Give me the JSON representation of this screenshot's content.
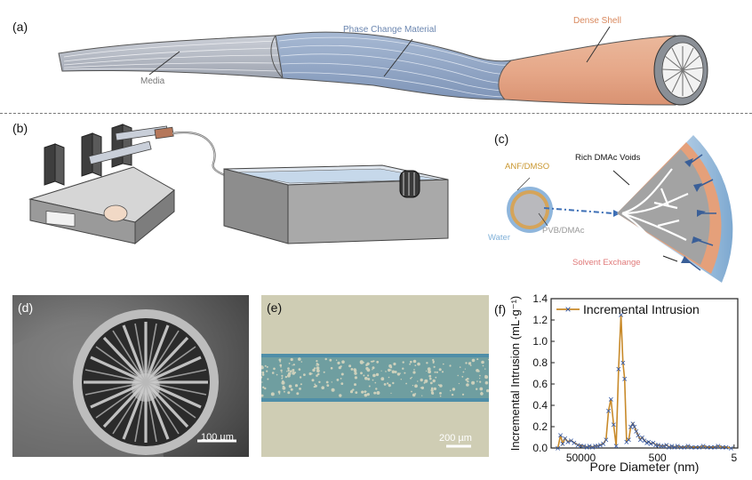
{
  "panels": {
    "a": {
      "label": "(a)",
      "media_label": "Media",
      "pcm_label": "Phase Change Material",
      "shell_label": "Dense Shell"
    },
    "b": {
      "label": "(b)"
    },
    "c": {
      "label": "(c)",
      "anf_label": "ANF/DMSO",
      "water_label": "Water",
      "pvb_label": "PVB/DMAc",
      "voids_label": "Rich DMAc Voids",
      "exchange_label": "Solvent Exchange"
    },
    "d": {
      "label": "(d)",
      "scale": "100 µm"
    },
    "e": {
      "label": "(e)",
      "scale": "200 µm"
    },
    "f": {
      "label": "(f)"
    }
  },
  "colors": {
    "media": "#b9bec8",
    "pcm": "#8ea4c4",
    "shell": "#e6a889",
    "anf": "#d4a24c",
    "water": "#7fb0d8",
    "exchange": "#e07a7a",
    "line": "#c88a2a",
    "marker": "#2f55a4"
  },
  "chart_data": {
    "type": "line",
    "xlabel": "Pore Diameter  (nm)",
    "ylabel": "Incremental Intrusion  (mL·g⁻¹)",
    "xscale": "log-reversed",
    "xlim": [
      300000,
      4
    ],
    "ylim": [
      0,
      1.4
    ],
    "xticks": [
      "50000",
      "500",
      "5"
    ],
    "yticks": [
      "0.0",
      "0.2",
      "0.4",
      "0.6",
      "0.8",
      "1.0",
      "1.2",
      "1.4"
    ],
    "legend_position": "top",
    "series": [
      {
        "name": "Incremental Intrusion",
        "x": [
          200000,
          170000,
          150000,
          130000,
          110000,
          90000,
          75000,
          60000,
          50000,
          42000,
          35000,
          30000,
          25000,
          21000,
          18000,
          15500,
          13000,
          11000,
          9500,
          8200,
          7000,
          6000,
          5200,
          4500,
          4000,
          3600,
          3200,
          2800,
          2500,
          2200,
          2000,
          1800,
          1600,
          1400,
          1250,
          1100,
          950,
          850,
          750,
          650,
          560,
          480,
          400,
          340,
          290,
          250,
          210,
          180,
          150,
          120,
          100,
          80,
          65,
          50,
          40,
          32,
          25,
          20,
          16,
          13,
          10,
          8,
          6
        ],
        "values": [
          0.0,
          0.12,
          0.04,
          0.09,
          0.06,
          0.07,
          0.05,
          0.03,
          0.02,
          0.02,
          0.01,
          0.02,
          0.01,
          0.02,
          0.02,
          0.03,
          0.04,
          0.08,
          0.35,
          0.46,
          0.22,
          0.02,
          0.74,
          1.25,
          0.8,
          0.65,
          0.06,
          0.08,
          0.2,
          0.23,
          0.2,
          0.16,
          0.12,
          0.08,
          0.1,
          0.07,
          0.05,
          0.06,
          0.04,
          0.05,
          0.03,
          0.03,
          0.02,
          0.02,
          0.03,
          0.01,
          0.02,
          0.01,
          0.02,
          0.01,
          0.01,
          0.02,
          0.01,
          0.01,
          0.01,
          0.02,
          0.01,
          0.01,
          0.01,
          0.02,
          0.01,
          0.01,
          0.0
        ]
      }
    ]
  }
}
